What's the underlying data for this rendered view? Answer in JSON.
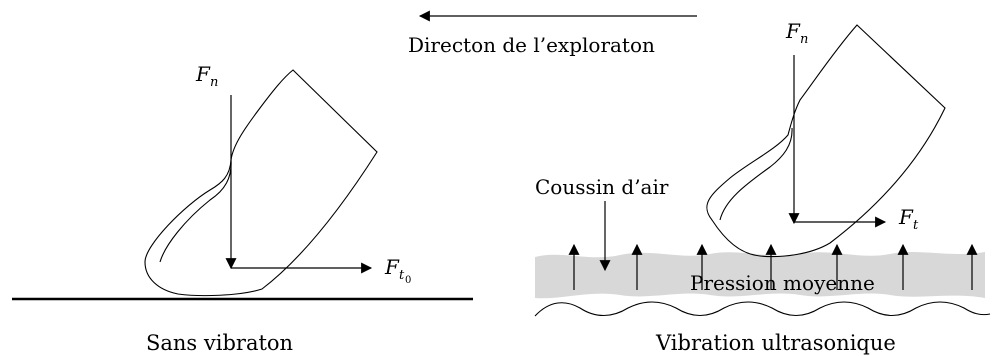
{
  "labels": {
    "direction": "Directon de l’exploraton",
    "left_caption": "Sans vibraton",
    "right_caption": "Vibration ultrasonique",
    "air_cushion": "Coussin d’air",
    "mean_pressure": "Pression moyenne",
    "fn_base": "F",
    "fn_sub": "n",
    "ft_base": "F",
    "ft_sub": "t",
    "ft0_sub_zero": "0"
  },
  "colors": {
    "stroke": "#000000",
    "air_cushion_fill": "#d8d8d8"
  }
}
